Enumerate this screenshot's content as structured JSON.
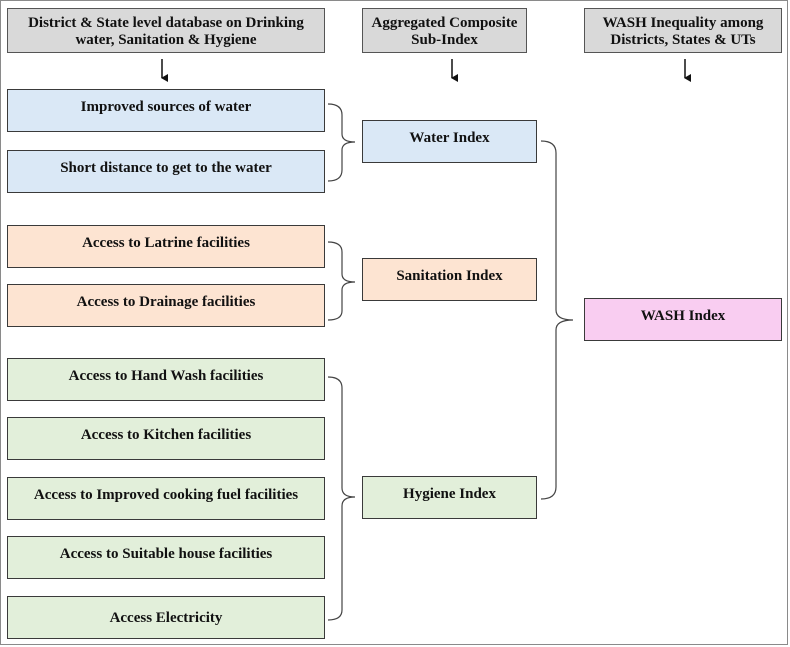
{
  "headers": {
    "col1": "District & State level database on Drinking water, Sanitation & Hygiene",
    "col2": "Aggregated Composite Sub-Index",
    "col3": "WASH Inequality among Districts, States & UTs"
  },
  "water_items": [
    "Improved sources of water",
    "Short distance to get to the water"
  ],
  "sanitation_items": [
    "Access to Latrine facilities",
    "Access to Drainage facilities"
  ],
  "hygiene_items": [
    "Access to Hand Wash facilities",
    "Access to Kitchen facilities",
    "Access to Improved cooking fuel facilities",
    "Access to Suitable house facilities",
    "Access Electricity"
  ],
  "sub_indices": {
    "water": "Water Index",
    "sanitation": "Sanitation Index",
    "hygiene": "Hygiene Index"
  },
  "final_index": "WASH Index",
  "colors": {
    "water": "#dae8f6",
    "sanitation": "#fde4d2",
    "hygiene": "#e2efda",
    "wash": "#f9cdf1",
    "header": "#d9d9d9"
  }
}
